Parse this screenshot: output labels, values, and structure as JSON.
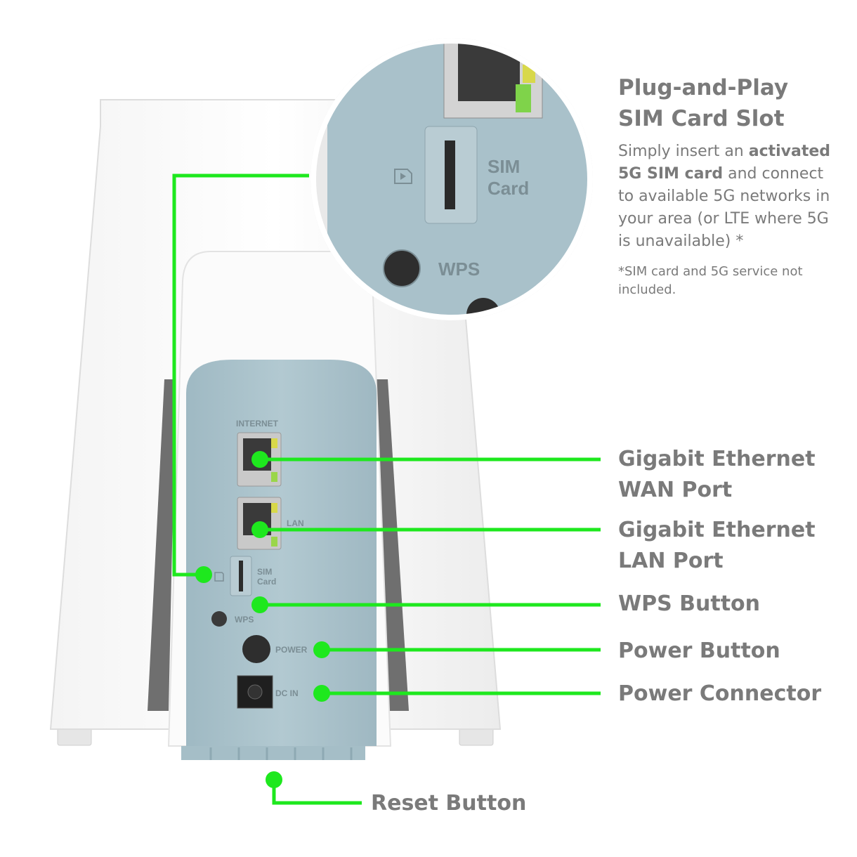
{
  "header": {
    "title_line1": "Plug-and-Play",
    "title_line2": "SIM Card Slot",
    "desc_part1": "Simply insert an ",
    "desc_bold1": "activated",
    "desc_bold2": "5G SIM card",
    "desc_part2": " and connect to available 5G networks in your area (or LTE where 5G is unavailable) *",
    "note": "*SIM card and 5G service not included."
  },
  "callouts": {
    "wan_line1": "Gigabit Ethernet",
    "wan_line2": "WAN Port",
    "lan_line1": "Gigabit Ethernet",
    "lan_line2": "LAN Port",
    "wps": "WPS Button",
    "power": "Power Button",
    "connector": "Power Connector",
    "reset": "Reset Button"
  },
  "panel_labels": {
    "internet": "INTERNET",
    "lan": "LAN",
    "sim": "SIM",
    "card": "Card",
    "wps": "WPS",
    "power": "POWER",
    "dc_in": "DC IN"
  },
  "zoom_labels": {
    "sim": "SIM",
    "card": "Card",
    "wps": "WPS"
  },
  "colors": {
    "accent": "#1ee81e",
    "text": "#7a7a7a",
    "panel": "#a9c1ca"
  }
}
